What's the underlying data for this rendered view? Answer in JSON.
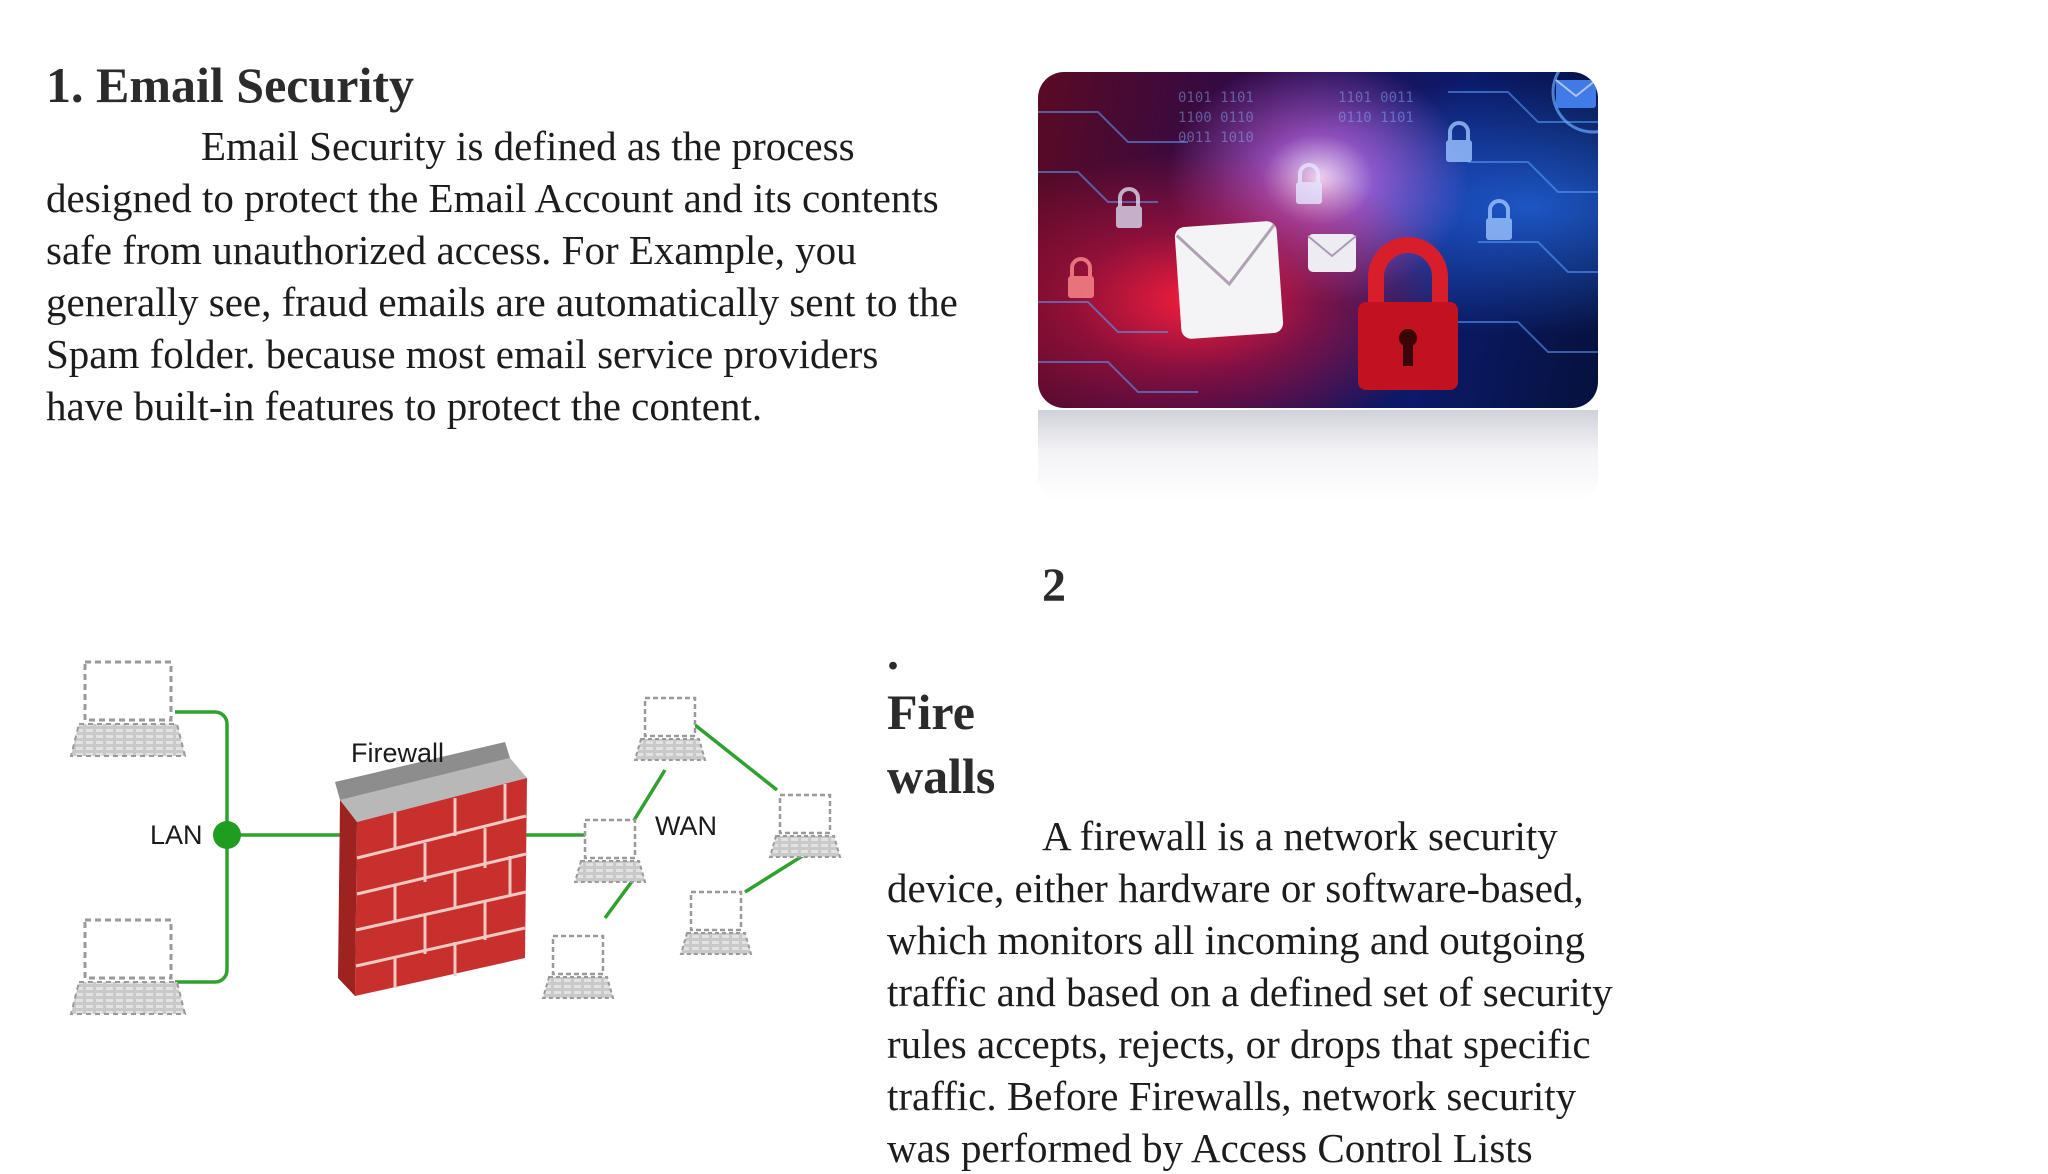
{
  "section1": {
    "heading": "1. Email Security",
    "body_lines": [
      "Email Security is defined as the process",
      "designed to protect the Email Account and its contents",
      "safe from unauthorized access. For Example, you",
      "generally see, fraud emails are automatically sent to the",
      "Spam folder. because most email service providers",
      "have built-in features to protect the content."
    ],
    "image_icons": [
      "envelope-icon",
      "padlock-icon"
    ]
  },
  "section2": {
    "number": "2",
    "dot": ".",
    "heading_lines": [
      "Fire",
      "walls"
    ],
    "body_lines": [
      "A firewall is a network security",
      "device, either hardware or software-based,",
      "which monitors all incoming and outgoing",
      "traffic and based on a defined set of security",
      "rules accepts, rejects, or drops that specific",
      "traffic. Before Firewalls, network security",
      "was performed by Access Control Lists"
    ],
    "diagram": {
      "labels": {
        "lan": "LAN",
        "firewall": "Firewall",
        "wan": "WAN"
      },
      "colors": {
        "link": "#2ea12e",
        "brick": "#c8302e",
        "cap": "#9a9a9a",
        "laptop": "#b7b7b7"
      }
    }
  }
}
